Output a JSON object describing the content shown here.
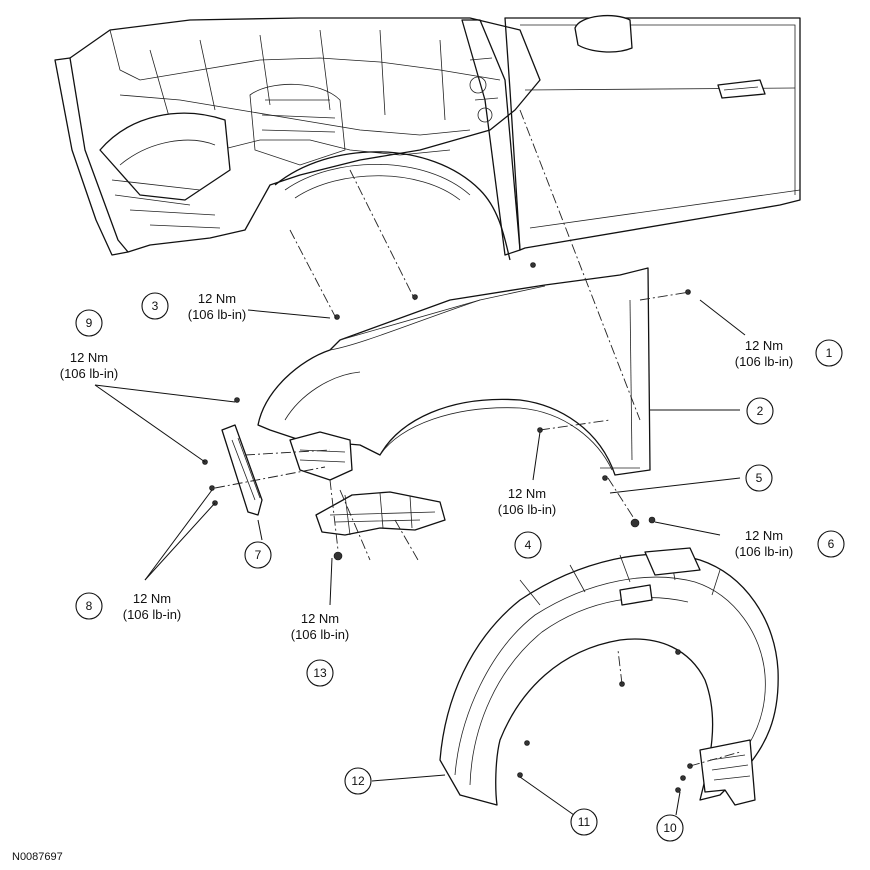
{
  "figure_id": "N0087697",
  "torque": {
    "line1": "12 Nm",
    "line2": "(106 lb-in)"
  },
  "callouts": [
    "1",
    "2",
    "3",
    "4",
    "5",
    "6",
    "7",
    "8",
    "9",
    "10",
    "11",
    "12",
    "13"
  ]
}
